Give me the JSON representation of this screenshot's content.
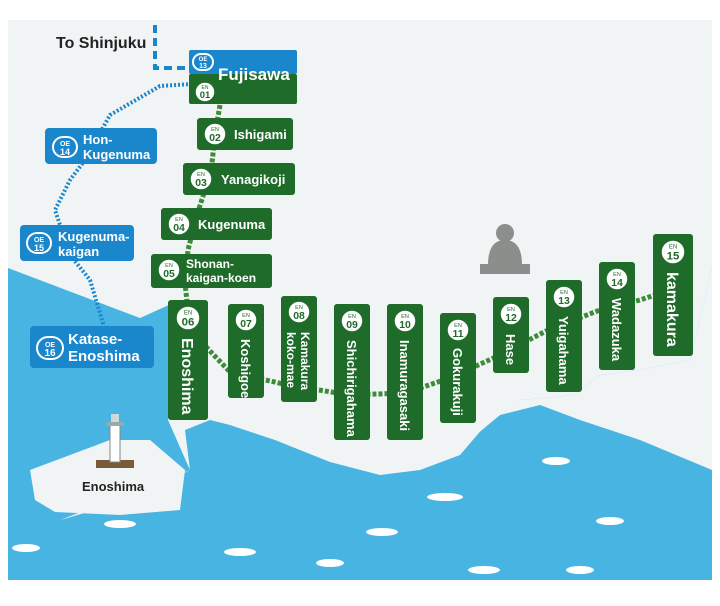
{
  "labels": {
    "to_shinjuku": "To Shinjuku",
    "island": "Enoshima"
  },
  "colors": {
    "enoden_green": "#1f6b2a",
    "odakyu_blue": "#1a86cc",
    "sea": "#48b4e2",
    "land": "#f1f4f5"
  },
  "odakyu": {
    "line_code": "OE",
    "stations": [
      {
        "code": "OE",
        "num": "13",
        "name1": "Fujisawa",
        "name2": ""
      },
      {
        "code": "OE",
        "num": "14",
        "name1": "Hon-",
        "name2": "Kugenuma"
      },
      {
        "code": "OE",
        "num": "15",
        "name1": "Kugenuma-",
        "name2": "kaigan"
      },
      {
        "code": "OE",
        "num": "16",
        "name1": "Katase-",
        "name2": "Enoshima"
      }
    ]
  },
  "enoden": {
    "line_code": "EN",
    "stations": [
      {
        "num": "01",
        "name": "Fujisawa"
      },
      {
        "num": "02",
        "name": "Ishigami"
      },
      {
        "num": "03",
        "name": "Yanagikoji"
      },
      {
        "num": "04",
        "name": "Kugenuma"
      },
      {
        "num": "05",
        "name": "Shonan-kaigan-koen",
        "l1": "Shonan-",
        "l2": "kaigan-koen"
      },
      {
        "num": "06",
        "name": "Enoshima"
      },
      {
        "num": "07",
        "name": "Koshigoe"
      },
      {
        "num": "08",
        "name": "Kamakura kokomae",
        "l1": "Kamakura",
        "l2": "koko-mae"
      },
      {
        "num": "09",
        "name": "Shichirigahama"
      },
      {
        "num": "10",
        "name": "Inamuragasaki"
      },
      {
        "num": "11",
        "name": "Gokurakuji"
      },
      {
        "num": "12",
        "name": "Hase"
      },
      {
        "num": "13",
        "name": "Yuigahama"
      },
      {
        "num": "14",
        "name": "Wadazuka"
      },
      {
        "num": "15",
        "name": "kamakura"
      }
    ]
  }
}
